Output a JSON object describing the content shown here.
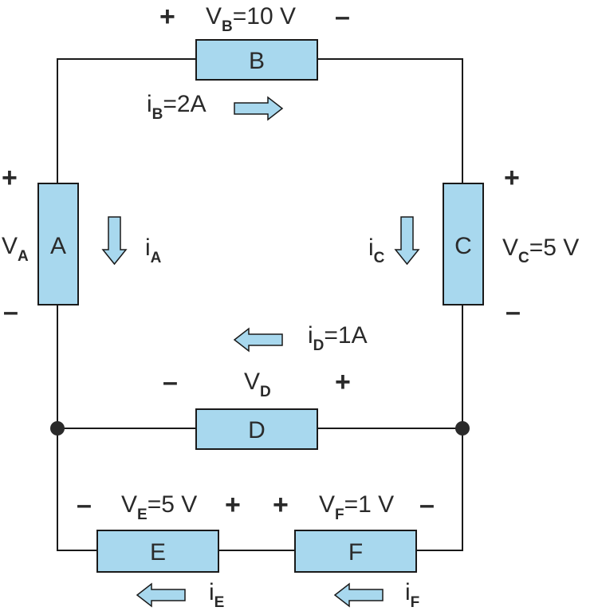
{
  "components": {
    "A": {
      "name": "A",
      "voltage": {
        "sym": "V",
        "sub": "A",
        "val": ""
      },
      "current": {
        "sym": "i",
        "sub": "A",
        "val": ""
      }
    },
    "B": {
      "name": "B",
      "voltage": {
        "sym": "V",
        "sub": "B",
        "val": "=10 V"
      },
      "current": {
        "sym": "i",
        "sub": "B",
        "val": "=2A"
      }
    },
    "C": {
      "name": "C",
      "voltage": {
        "sym": "V",
        "sub": "C",
        "val": "=5 V"
      },
      "current": {
        "sym": "i",
        "sub": "C",
        "val": ""
      }
    },
    "D": {
      "name": "D",
      "voltage": {
        "sym": "V",
        "sub": "D",
        "val": ""
      },
      "current": {
        "sym": "i",
        "sub": "D",
        "val": "=1A"
      }
    },
    "E": {
      "name": "E",
      "voltage": {
        "sym": "V",
        "sub": "E",
        "val": "=5 V"
      },
      "current": {
        "sym": "i",
        "sub": "E",
        "val": ""
      }
    },
    "F": {
      "name": "F",
      "voltage": {
        "sym": "V",
        "sub": "F",
        "val": "=1 V"
      },
      "current": {
        "sym": "i",
        "sub": "F",
        "val": ""
      }
    }
  },
  "signs": {
    "plus": "+",
    "minus": "–"
  },
  "colors": {
    "component_fill": "#a8d8ee",
    "wire": "#1a1a1a",
    "node": "#2a2a2a"
  }
}
